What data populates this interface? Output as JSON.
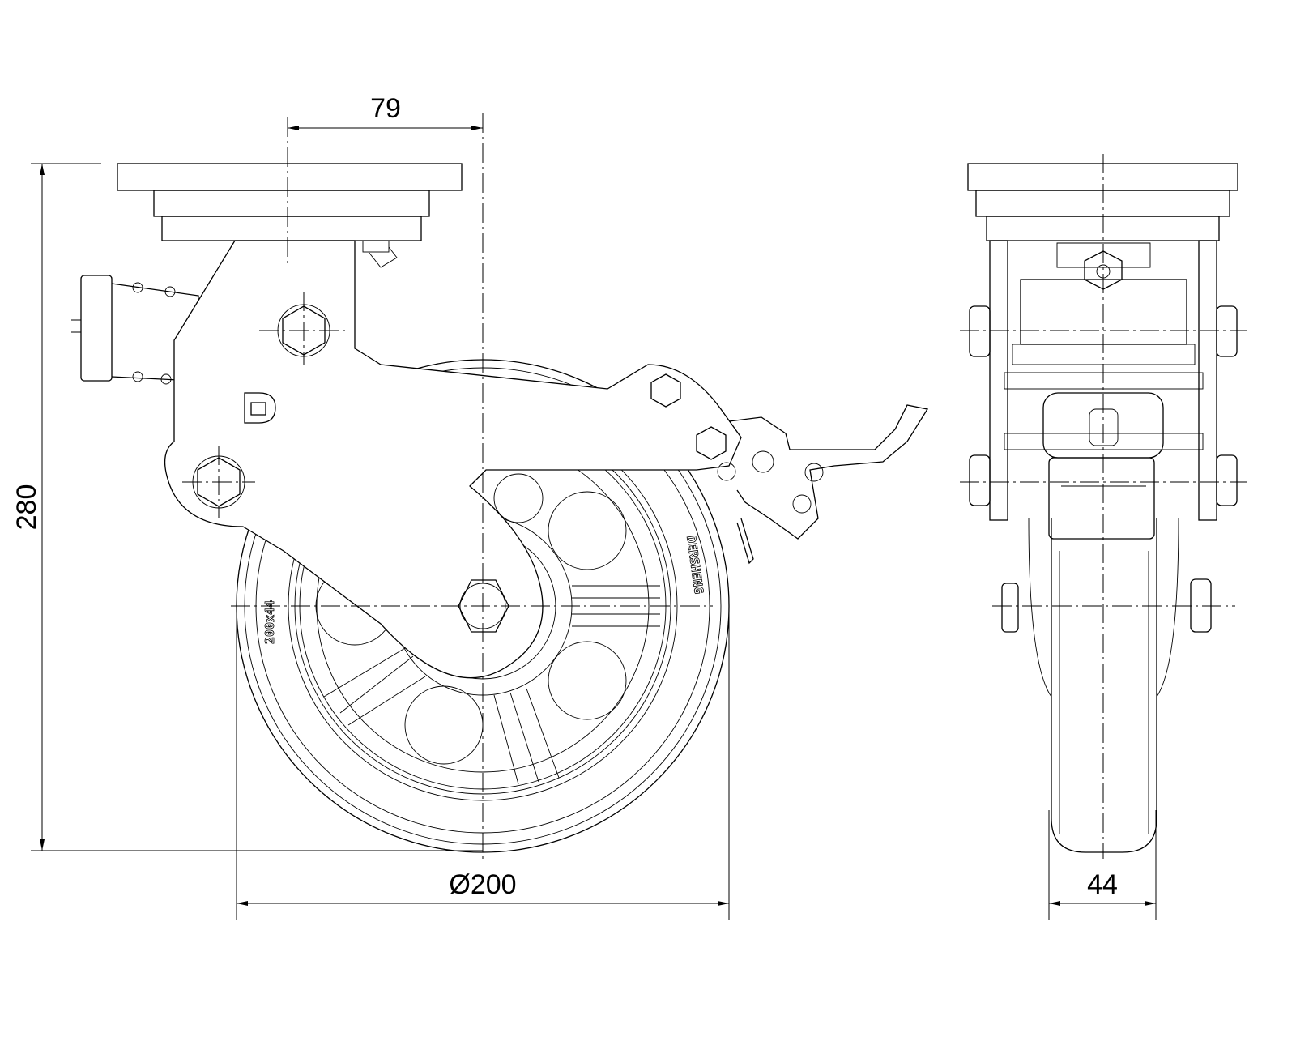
{
  "dimensions": {
    "offset": "79",
    "height": "280",
    "wheel_diameter": "Ø200",
    "wheel_width": "44"
  },
  "wheel_markings": {
    "brand": "DERSHENG",
    "size": "200x44"
  },
  "logo": "D",
  "colors": {
    "line": "#000000",
    "background": "#ffffff"
  }
}
